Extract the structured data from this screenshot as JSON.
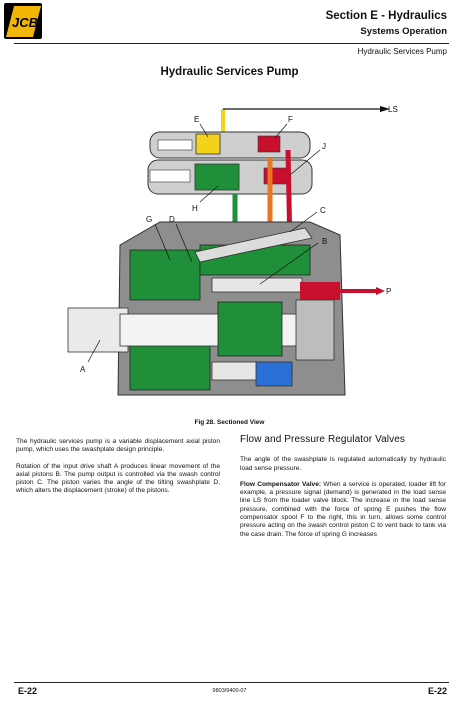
{
  "header": {
    "logo_text": "JCB",
    "section_title": "Section E - Hydraulics",
    "systems_operation": "Systems Operation",
    "subheading": "Hydraulic Services Pump"
  },
  "page_title": "Hydraulic Services Pump",
  "figure": {
    "caption": "Fig 28. Sectioned View",
    "labels": {
      "LS": "LS",
      "E": "E",
      "F": "F",
      "J": "J",
      "H": "H",
      "G": "G",
      "D": "D",
      "C": "C",
      "B": "B",
      "P": "P",
      "A": "A"
    }
  },
  "left_column": {
    "p1": "The hydraulic services pump is a variable displacement axial piston pump, which uses the swashplate design principle.",
    "p2": "Rotation of the input drive shaft A produces linear movement of the axial pistons B. The pump output is controlled via the swash control piston C. The piston varies the angle of the tilting swashplate D, which alters the displacement (stroke) of the pistons."
  },
  "right_column": {
    "heading": "Flow and Pressure Regulator Valves",
    "p1": "The angle of the swashplate is regulated automatically by hydraulic load sense pressure.",
    "p2_title": "Flow Compensator Valve:",
    "p2_body": " When a service is operated, loader lift for example, a pressure signal (demand) is generated in the load sense line LS from the loader valve block. The increase in the load sense pressure, combined with the force of spring E pushes the flow compensator spool F to the right, this in turn, allows some control pressure acting on the swash control piston C to vent back to tank via the case drain. The force of spring G increases"
  },
  "footer": {
    "left": "E-22",
    "center": "9803/9400-07",
    "right": "E-22"
  },
  "colors": {
    "green": "#1f8f3a",
    "red": "#c8102e",
    "yellow": "#f2d21b",
    "orange": "#e87722",
    "blue": "#2a6fd6",
    "steel": "#9a9a9a"
  }
}
